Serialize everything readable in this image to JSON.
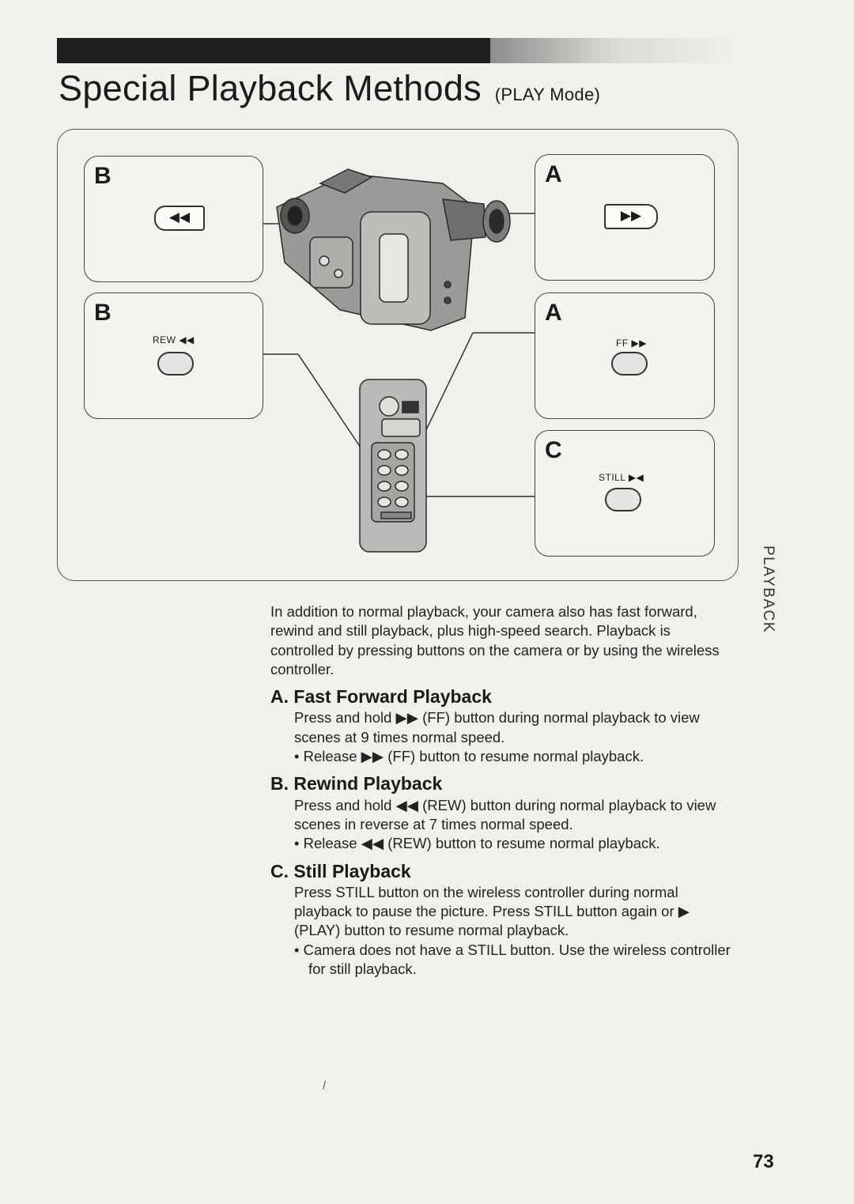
{
  "header": {
    "title": "Special Playback Methods",
    "mode_label": "(PLAY Mode)"
  },
  "figure": {
    "panels": {
      "b_top": {
        "letter": "B",
        "key_glyph": "◀◀"
      },
      "a_top": {
        "letter": "A",
        "key_glyph": "▶▶"
      },
      "b_bottom": {
        "letter": "B",
        "button_label": "REW ◀◀"
      },
      "a_bottom": {
        "letter": "A",
        "button_label": "FF ▶▶"
      },
      "c": {
        "letter": "C",
        "button_label": "STILL ▶◀"
      }
    }
  },
  "side_tab": {
    "label": "PLAYBACK"
  },
  "intro": "In addition to normal playback, your camera also has fast forward, rewind and still playback, plus high-speed search. Playback is controlled by pressing buttons on the camera or by using the wireless controller.",
  "sections": {
    "a": {
      "heading": "A. Fast Forward Playback",
      "body": "Press and hold ▶▶ (FF) button during normal playback to view scenes at 9 times normal speed.",
      "bullets": [
        "• Release ▶▶ (FF) button to resume normal playback."
      ]
    },
    "b": {
      "heading": "B. Rewind Playback",
      "body": "Press and hold ◀◀ (REW) button during normal playback to view scenes in reverse at 7 times normal speed.",
      "bullets": [
        "• Release ◀◀ (REW) button to resume normal playback."
      ]
    },
    "c": {
      "heading": "C. Still Playback",
      "body": "Press STILL button on the wireless controller during normal playback to pause the picture. Press STILL button again or ▶ (PLAY) button to resume normal playback.",
      "bullets": [
        "• Camera does not have a STILL button. Use the wireless controller for still playback."
      ]
    }
  },
  "footer": {
    "page_number": "73",
    "stray_mark": "/"
  }
}
